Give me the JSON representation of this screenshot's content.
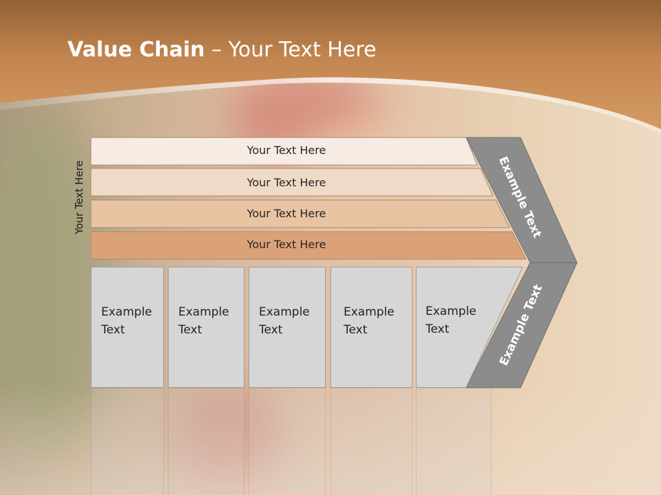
{
  "slide": {
    "title_bold": "Value Chain",
    "title_rest": " – Your Text Here",
    "side_label": "Your Text Here",
    "bars": [
      {
        "label": "Your Text Here",
        "color": "#f7ece3"
      },
      {
        "label": "Your Text Here",
        "color": "#efdac8"
      },
      {
        "label": "Your Text Here",
        "color": "#e8c4a2"
      },
      {
        "label": "Your Text Here",
        "color": "#dba27a"
      }
    ],
    "boxes": [
      {
        "line1": "Example",
        "line2": "Text"
      },
      {
        "line1": "Example",
        "line2": "Text"
      },
      {
        "line1": "Example",
        "line2": "Text"
      },
      {
        "line1": "Example",
        "line2": "Text"
      },
      {
        "line1": "Example",
        "line2": "Text"
      }
    ],
    "arrow_top_text": "Example Text",
    "arrow_bottom_text": "Example Text",
    "colors": {
      "header_band": "#c98d55",
      "arrow_gray": "#8c8c8c",
      "box_gray": "#d6d6d6"
    }
  }
}
